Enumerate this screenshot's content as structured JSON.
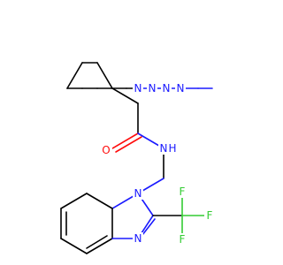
{
  "molecule": {
    "atoms": {
      "tetrazole_n1": "N",
      "tetrazole_n2": "N",
      "tetrazole_n3": "N",
      "tetrazole_n4": "N",
      "carbonyl_o": "O",
      "amide_n": "N",
      "amide_h": "H",
      "benzimidazole_n1": "N",
      "benzimidazole_n3": "N",
      "fluorine_top": "F",
      "fluorine_right": "F",
      "fluorine_bottom": "F"
    },
    "colors": {
      "bond": "#000000",
      "nitrogen": "#1a1aff",
      "oxygen": "#ff0d0d",
      "fluorine": "#33cc33",
      "background": "#ffffff"
    }
  }
}
